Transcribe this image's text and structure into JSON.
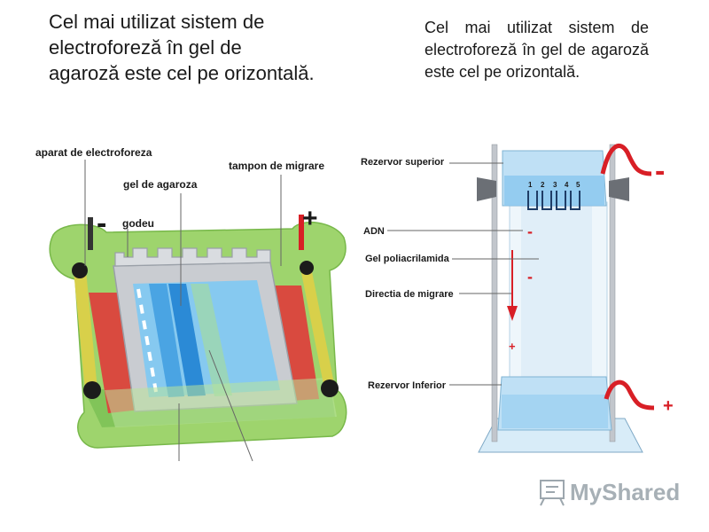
{
  "slide": {
    "title_left": "Cel mai utilizat sistem de electroforeză în gel de agaroză este cel pe orizontală.",
    "title_right": "Cel mai utilizat sistem de electroforeză în gel de agaroză este cel pe orizontală."
  },
  "horizontal_diagram": {
    "label_apparatus": "aparat de electroforeza",
    "label_buffer": "tampon de migrare",
    "label_gel": "gel de agaroza",
    "label_well": "godeu",
    "sign_minus": "-",
    "sign_plus": "+"
  },
  "vertical_diagram": {
    "label_upper_reservoir": "Rezervor superior",
    "label_dna": "ADN",
    "label_gel": "Gel poliacrilamida",
    "label_direction": "Directia de migrare",
    "label_lower_reservoir": "Rezervor Inferior",
    "well_numbers": [
      "1",
      "2",
      "3",
      "4",
      "5"
    ],
    "sign_minus": "-",
    "sign_plus": "+",
    "charge_minus": "-",
    "charge_plus": "+"
  },
  "watermark": {
    "brand": "MyShared"
  },
  "colors": {
    "buffer_green": "#8ccc5a",
    "electrode_red": "#d94a3f",
    "gel_blue": "#7fc4ee",
    "cable_red": "#d81f26"
  }
}
